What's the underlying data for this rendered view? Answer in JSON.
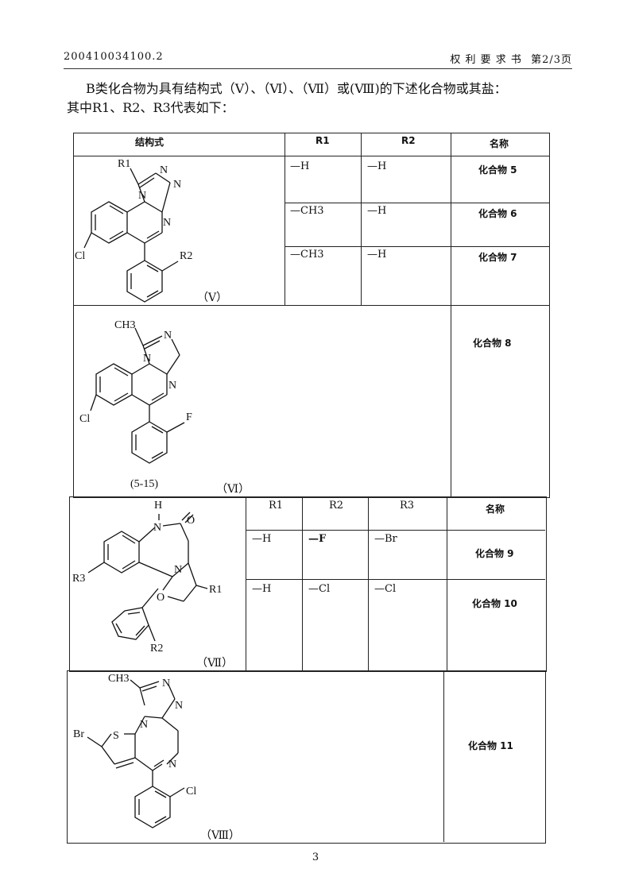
{
  "header": {
    "doc_number": "200410034100.2",
    "doc_type": "权  利  要  求  书",
    "page_label": "第2/3页"
  },
  "intro": {
    "line1": "B类化合物为具有结构式（Ⅴ）、（Ⅵ）、（Ⅶ）或(Ⅷ)的下述化合物或其盐：",
    "line2": "其中R1、R2、R3代表如下："
  },
  "table1": {
    "headers": {
      "structure": "结构式",
      "r1": "R1",
      "r2": "R2",
      "name": "名称"
    },
    "rows": [
      {
        "r1": "—H",
        "r2": "—H",
        "name": "化合物 5"
      },
      {
        "r1": "—CH3",
        "r2": "—H",
        "name": "化合物 6"
      },
      {
        "r1": "—CH3",
        "r2": "—H",
        "name": "化合物 7"
      }
    ]
  },
  "struct_v": {
    "label": "（Ⅴ）",
    "atoms": {
      "r1": "R1",
      "r2": "R2",
      "cl": "Cl",
      "n1": "N",
      "n2": "N",
      "n3": "N",
      "n4": "N"
    }
  },
  "row_vi": {
    "name": "化合物 8"
  },
  "struct_vi": {
    "label": "（Ⅵ）",
    "sublabel": "(5-15)",
    "atoms": {
      "ch3": "CH3",
      "n1": "N",
      "n2": "N",
      "n3": "N",
      "cl": "Cl",
      "f": "F"
    }
  },
  "table3": {
    "headers": {
      "r1": "R1",
      "r2": "R2",
      "r3": "R3",
      "name": "名称"
    },
    "rows": [
      {
        "r1": "—H",
        "r2": "—F",
        "r3": "—Br",
        "name": "化合物 9"
      },
      {
        "r1": "—H",
        "r2": "—Cl",
        "r3": "—Cl",
        "name": "化合物 10"
      }
    ]
  },
  "struct_vii": {
    "label": "（Ⅶ）",
    "atoms": {
      "h": "H",
      "n1": "N",
      "o1": "O",
      "n2": "N",
      "o2": "O",
      "r1": "R1",
      "r2": "R2",
      "r3": "R3"
    }
  },
  "row_viii": {
    "name": "化合物 11"
  },
  "struct_viii": {
    "label": "（Ⅷ）",
    "atoms": {
      "ch3": "CH3",
      "n1": "N",
      "n2": "N",
      "n3": "N",
      "n4": "N",
      "s": "S",
      "br": "Br",
      "cl": "Cl"
    }
  },
  "footer": {
    "page_number": "3"
  }
}
